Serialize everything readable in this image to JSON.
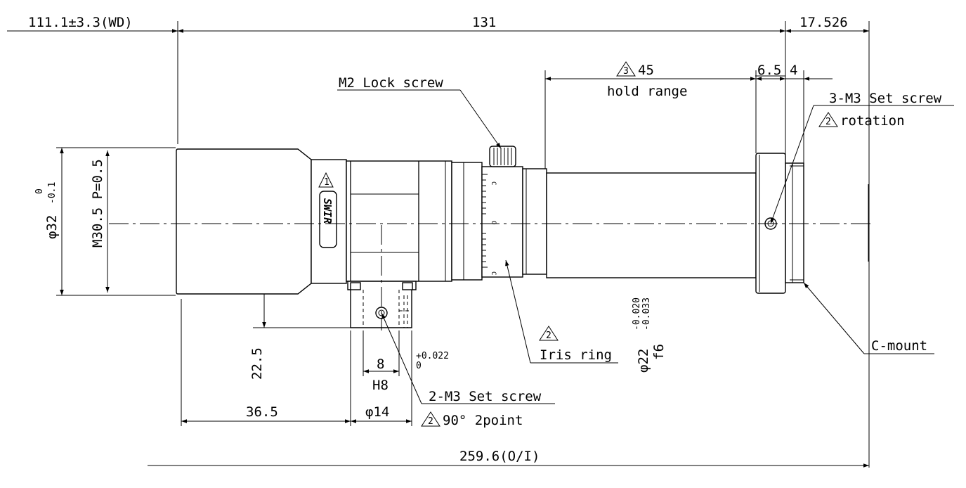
{
  "dimensions": {
    "working_distance": "111.1±3.3(WD)",
    "length_131": "131",
    "flange_focal": "17.526",
    "hold_range_value": "45",
    "hold_range_label": "hold range",
    "dim_6_5": "6.5",
    "dim_4": "4",
    "diameter_32": "φ32",
    "tol_32_upper": "0",
    "tol_32_lower": "-0.1",
    "thread": "M30.5 P=0.5",
    "height_22_5": "22.5",
    "width_8": "8",
    "fit_h8": "H8",
    "tol_h8_upper": "+0.022",
    "tol_h8_lower": "0",
    "diameter_14": "φ14",
    "dim_36_5": "36.5",
    "total_length": "259.6(O/I)",
    "diameter_22": "φ22",
    "tol_22_upper": "-0.020",
    "tol_22_lower": "-0.033",
    "fit_f6": "f6"
  },
  "callouts": {
    "lock_screw": "M2 Lock screw",
    "set_screw_3": "3-M3 Set screw",
    "rotation": "rotation",
    "set_screw_2": "2-M3 Set screw",
    "point_90": "90° 2point",
    "iris_ring": "Iris ring",
    "c_mount": "C-mount"
  },
  "revisions": {
    "rev_1": "1",
    "rev_2": "2",
    "rev_3": "3"
  },
  "body_labels": {
    "swir": "SWIR",
    "iris_c_top": "C",
    "iris_o": "O",
    "iris_c_bottom": "C"
  }
}
